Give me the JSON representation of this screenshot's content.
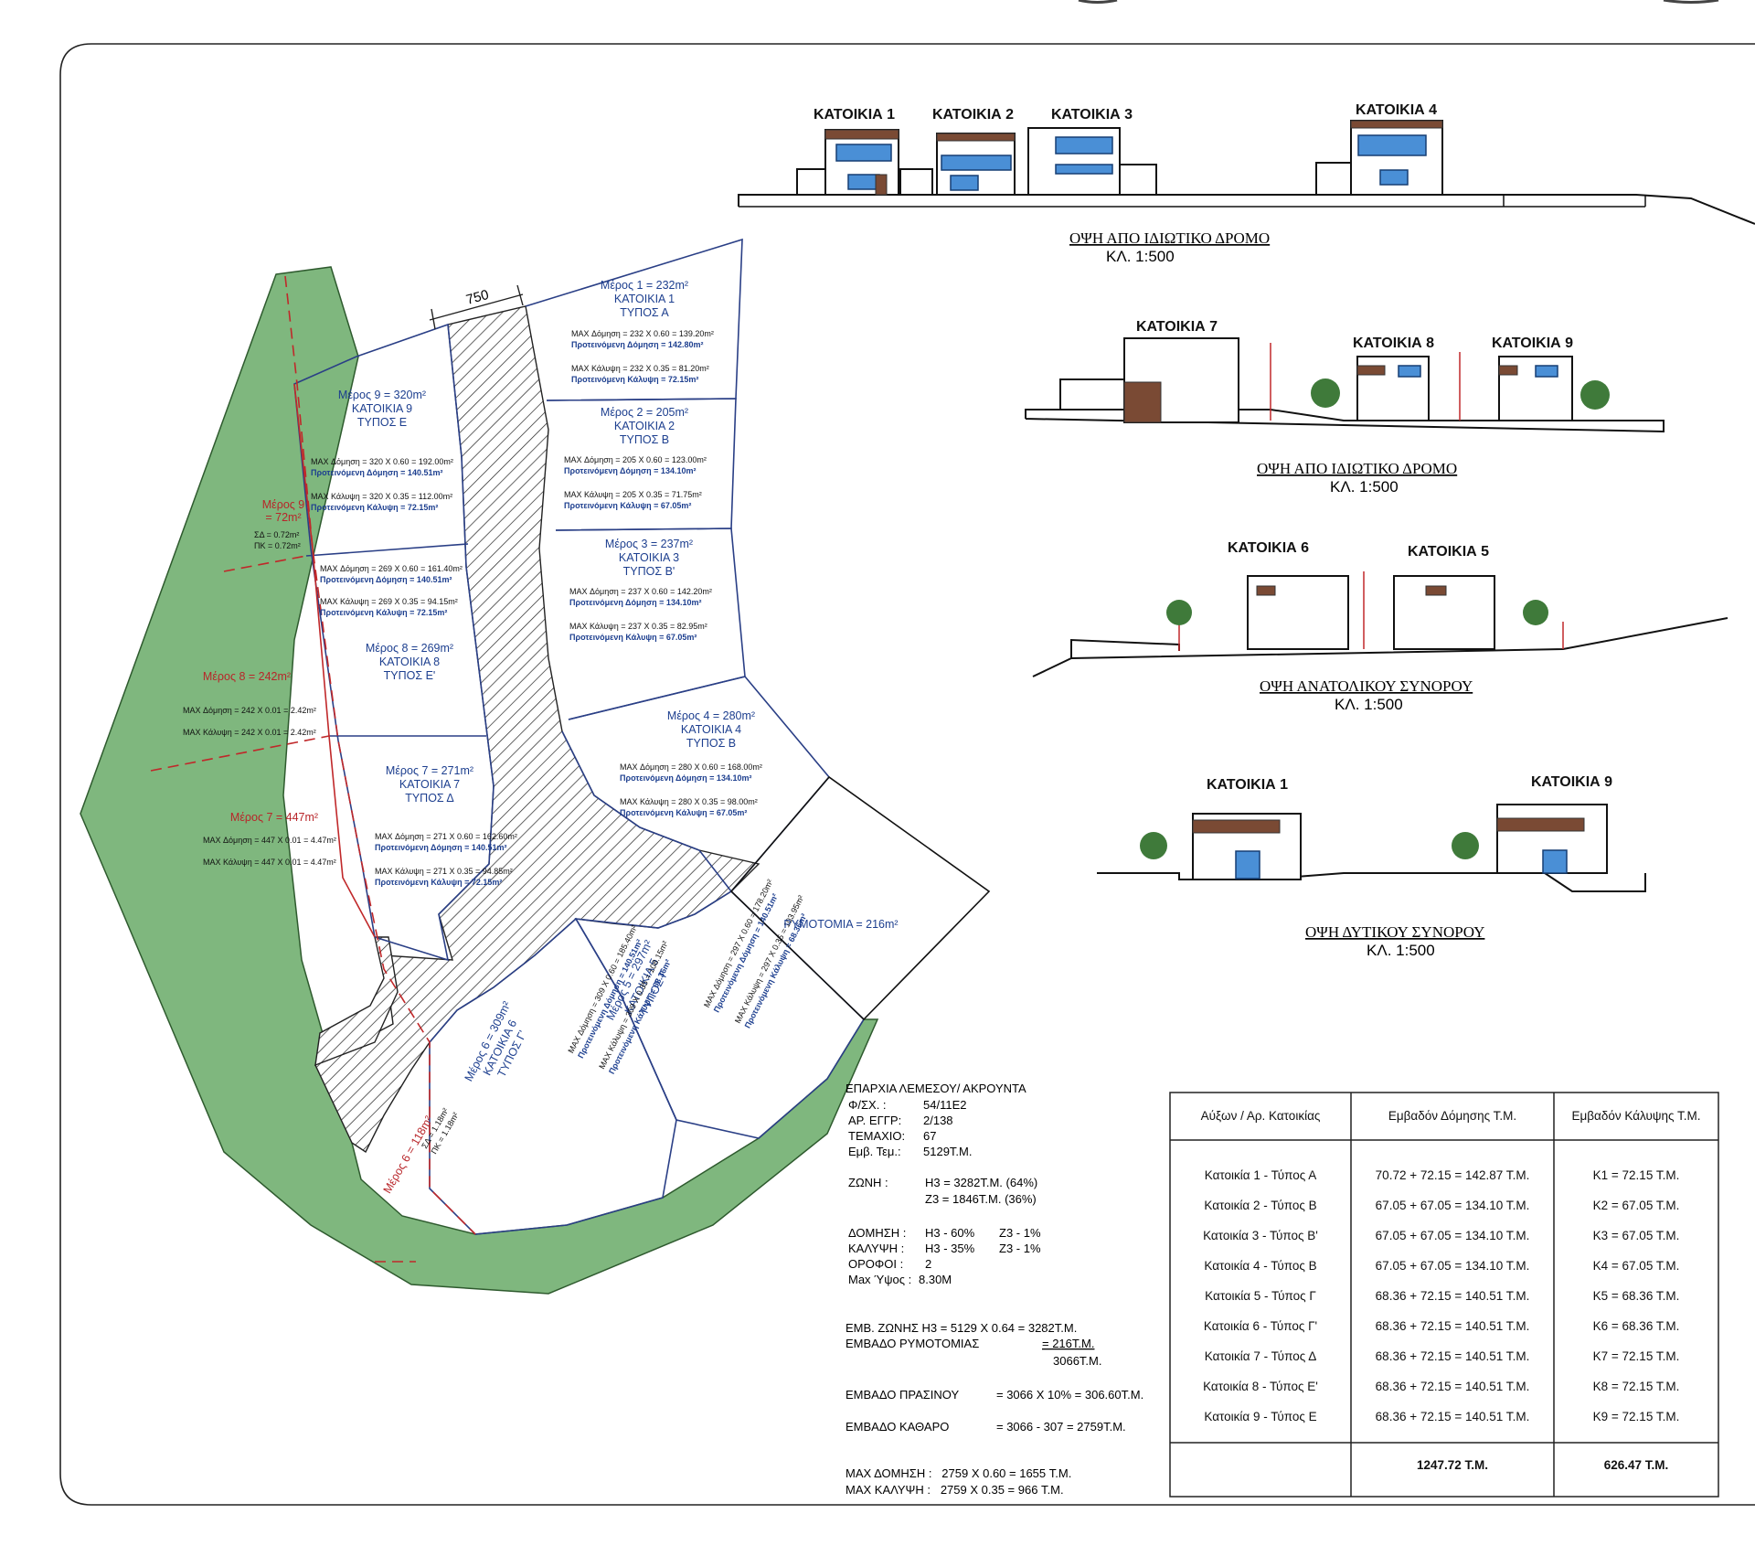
{
  "elevations": [
    {
      "title": "ΟΨΗ ΑΠΟ ΙΔΙΩΤΙΚΟ ΔΡΟΜΟ",
      "scale": "ΚΛ. 1:500",
      "labels": [
        "ΚΑΤΟΙΚΙΑ 1",
        "ΚΑΤΟΙΚΙΑ 2",
        "ΚΑΤΟΙΚΙΑ 3",
        "ΚΑΤΟΙΚΙΑ 4"
      ]
    },
    {
      "title": "ΟΨΗ ΑΠΟ ΙΔΙΩΤΙΚΟ ΔΡΟΜΟ",
      "scale": "ΚΛ. 1:500",
      "labels": [
        "ΚΑΤΟΙΚΙΑ 7",
        "ΚΑΤΟΙΚΙΑ 8",
        "ΚΑΤΟΙΚΙΑ 9"
      ]
    },
    {
      "title": "ΟΨΗ ΑΝΑΤΟΛΙΚΟΥ ΣΥΝΟΡΟΥ",
      "scale": "ΚΛ. 1:500",
      "labels": [
        "ΚΑΤΟΙΚΙΑ 6",
        "ΚΑΤΟΙΚΙΑ 5"
      ]
    },
    {
      "title": "ΟΨΗ ΔΥΤΙΚΟΥ ΣΥΝΟΡΟΥ",
      "scale": "ΚΛ. 1:500",
      "labels": [
        "ΚΑΤΟΙΚΙΑ 1",
        "ΚΑΤΟΙΚΙΑ 9"
      ]
    }
  ],
  "plan": {
    "road_width": "750",
    "ryomotomia": "ΡΥΜΟΤΟΜΙΑ = 216m²",
    "parcels": [
      {
        "lines": [
          "Μέρος 1 = 232m²",
          "ΚΑΤΟΙΚΙΑ 1",
          "ΤΥΠΟΣ Α"
        ],
        "notes": [
          "MAX Δόμηση = 232 X 0.60 = 139.20m²",
          "Προτεινόμενη Δόμηση = 142.80m²",
          "MAX Κάλυψη = 232 X 0.35 = 81.20m²",
          "Προτεινόμενη Κάλυψη = 72.15m²"
        ]
      },
      {
        "lines": [
          "Μέρος 2 = 205m²",
          "ΚΑΤΟΙΚΙΑ 2",
          "ΤΥΠΟΣ Β"
        ],
        "notes": [
          "MAX Δόμηση = 205 X 0.60 = 123.00m²",
          "Προτεινόμενη Δόμηση = 134.10m²",
          "MAX Κάλυψη = 205 X 0.35 = 71.75m²",
          "Προτεινόμενη Κάλυψη = 67.05m²"
        ]
      },
      {
        "lines": [
          "Μέρος 3 = 237m²",
          "ΚΑΤΟΙΚΙΑ 3",
          "ΤΥΠΟΣ Β'"
        ],
        "notes": [
          "MAX Δόμηση = 237 X 0.60 = 142.20m²",
          "Προτεινόμενη Δόμηση = 134.10m²",
          "MAX Κάλυψη = 237 X 0.35 = 82.95m²",
          "Προτεινόμενη Κάλυψη = 67.05m²"
        ]
      },
      {
        "lines": [
          "Μέρος 4 = 280m²",
          "ΚΑΤΟΙΚΙΑ 4",
          "ΤΥΠΟΣ Β"
        ],
        "notes": [
          "MAX Δόμηση = 280 X 0.60 = 168.00m²",
          "Προτεινόμενη Δόμηση = 134.10m²",
          "MAX Κάλυψη = 280 X 0.35 = 98.00m²",
          "Προτεινόμενη Κάλυψη = 67.05m²"
        ]
      },
      {
        "lines": [
          "Μέρος 5 = 297m²",
          "ΚΑΤΟΙΚΙΑ 5",
          "ΤΥΠΟΣ Γ"
        ],
        "notes": [
          "MAX Δόμηση = 297 X 0.60 = 178.20m²",
          "Προτεινόμενη Δόμηση = 140.51m²",
          "MAX Κάλυψη = 297 X 0.35 = 103.95m²",
          "Προτεινόμενη Κάλυψη = 68.36m²"
        ]
      },
      {
        "lines": [
          "Μέρος 6 = 309m²",
          "ΚΑΤΟΙΚΙΑ 6",
          "ΤΥΠΟΣ Γ'"
        ],
        "notes": [
          "MAX Δόμηση = 309 X 0.60 = 185.40m²",
          "Προτεινόμενη Δόμηση = 140.51m²",
          "MAX Κάλυψη = 309 X 0.35 = 108.15m²",
          "Προτεινόμενη Κάλυψη = 68.36m²"
        ]
      },
      {
        "lines": [
          "Μέρος 7 = 271m²",
          "ΚΑΤΟΙΚΙΑ 7",
          "ΤΥΠΟΣ Δ"
        ],
        "notes": [
          "MAX Δόμηση = 271 X 0.60 = 162.60m²",
          "Προτεινόμενη Δόμηση = 140.51m²",
          "MAX Κάλυψη = 271 X 0.35 = 94.85m²",
          "Προτεινόμενη Κάλυψη = 72.15m²"
        ]
      },
      {
        "lines": [
          "Μέρος 8 = 269m²",
          "ΚΑΤΟΙΚΙΑ 8",
          "ΤΥΠΟΣ Ε'"
        ],
        "notes": [
          "MAX Δόμηση = 269 X 0.60 = 161.40m²",
          "Προτεινόμενη Δόμηση = 140.51m²",
          "MAX Κάλυψη = 269 X 0.35 = 94.15m²",
          "Προτεινόμενη Κάλυψη = 72.15m²"
        ]
      },
      {
        "lines": [
          "Μέρος 9 = 320m²",
          "ΚΑΤΟΙΚΙΑ 9",
          "ΤΥΠΟΣ Ε"
        ],
        "notes": [
          "MAX Δόμηση = 320 X 0.60 = 192.00m²",
          "Προτεινόμενη Δόμηση = 140.51m²",
          "MAX Κάλυψη = 320 X 0.35 = 112.00m²",
          "Προτεινόμενη Κάλυψη = 72.15m²"
        ]
      }
    ],
    "red_parcels": [
      {
        "lines": [
          "Μέρος 9",
          "= 72m²"
        ],
        "notes": [
          "ΣΔ = 0.72m²",
          "ΠΚ = 0.72m²"
        ]
      },
      {
        "lines": [
          "Μέρος 8 = 242m²"
        ],
        "notes": [
          "MAX Δόμηση = 242 X 0.01 = 2.42m²",
          "MAX Κάλυψη = 242 X 0.01 = 2.42m²"
        ]
      },
      {
        "lines": [
          "Μέρος 7 = 447m²"
        ],
        "notes": [
          "MAX Δόμηση = 447 X 0.01 = 4.47m²",
          "MAX Κάλυψη = 447 X 0.01 = 4.47m²"
        ]
      },
      {
        "lines": [
          "Μέρος 6 = 118m²"
        ],
        "notes": [
          "ΣΔ = 1.18m²",
          "ΠΚ = 1.18m²"
        ]
      }
    ]
  },
  "info": {
    "header": "ΕΠΑΡΧΙΑ ΛΕΜΕΣΟΥ/ ΑΚΡΟΥΝΤΑ",
    "rows": [
      [
        "Φ/ΣΧ. :",
        "54/11Ε2"
      ],
      [
        "ΑΡ. ΕΓΓΡ:",
        "2/138"
      ],
      [
        "ΤΕΜΑΧΙΟ:",
        "67"
      ],
      [
        "Εμβ. Τεμ.:",
        "5129Τ.Μ."
      ]
    ],
    "zone_label": "ΖΩΝΗ :",
    "zone_lines": [
      "Η3 = 3282Τ.Μ. (64%)",
      "Ζ3 = 1846Τ.Μ. (36%)"
    ],
    "params": [
      [
        "ΔΟΜΗΣΗ :",
        "Η3 - 60%",
        "Ζ3 - 1%"
      ],
      [
        "ΚΑΛΥΨΗ :",
        "Η3 - 35%",
        "Ζ3 - 1%"
      ],
      [
        "ΟΡΟΦΟΙ :",
        "2",
        ""
      ],
      [
        "Max Ύψος :",
        "8.30M",
        ""
      ]
    ],
    "calc1": "ΕΜΒ. ΖΩΝΗΣ Η3 = 5129 X 0.64 = 3282Τ.Μ.",
    "calc2_label": "ΕΜΒΑΔΟ ΡΥΜΟΤΟΜΙΑΣ",
    "calc2_value": "= 216Τ.Μ.",
    "calc2_result": "3066Τ.Μ.",
    "green_label": "ΕΜΒΑΔΟ ΠΡΑΣΙΝΟΥ",
    "green_value": "= 3066 X 10% = 306.60Τ.Μ.",
    "net_label": "ΕΜΒΑΔΟ ΚΑΘΑΡΟ",
    "net_value": "= 3066 - 307 = 2759Τ.Μ.",
    "max_dom": "ΜΑΧ ΔΟΜΗΣΗ :   2759 X 0.60 = 1655 Τ.Μ.",
    "max_kal": "ΜΑΧ ΚΑΛΥΨΗ :   2759 X 0.35 = 966 Τ.Μ."
  },
  "table": {
    "headers": [
      "Αύξων / Αρ. Κατοικίας",
      "Εμβαδόν Δόμησης Τ.Μ.",
      "Εμβαδόν Κάλυψης Τ.Μ."
    ],
    "rows": [
      [
        "Κατοικία 1 - Τύπος Α",
        "70.72 + 72.15 = 142.87 Τ.Μ.",
        "Κ1 = 72.15 Τ.Μ."
      ],
      [
        "Κατοικία 2 - Τύπος Β",
        "67.05 + 67.05 = 134.10 Τ.Μ.",
        "Κ2 = 67.05 Τ.Μ."
      ],
      [
        "Κατοικία 3 - Τύπος Β'",
        "67.05 + 67.05 = 134.10 Τ.Μ.",
        "Κ3 = 67.05 Τ.Μ."
      ],
      [
        "Κατοικία 4 - Τύπος Β",
        "67.05 + 67.05 = 134.10 Τ.Μ.",
        "Κ4 = 67.05 Τ.Μ."
      ],
      [
        "Κατοικία 5 - Τύπος Γ",
        "68.36 + 72.15 = 140.51 Τ.Μ.",
        "Κ5 = 68.36 Τ.Μ."
      ],
      [
        "Κατοικία 6 - Τύπος Γ'",
        "68.36 + 72.15 = 140.51 Τ.Μ.",
        "Κ6 = 68.36 Τ.Μ."
      ],
      [
        "Κατοικία 7 - Τύπος Δ",
        "68.36 + 72.15 = 140.51 Τ.Μ.",
        "Κ7 = 72.15 Τ.Μ."
      ],
      [
        "Κατοικία 8 - Τύπος Ε'",
        "68.36 + 72.15 = 140.51 Τ.Μ.",
        "Κ8 = 72.15 Τ.Μ."
      ],
      [
        "Κατοικία 9 - Τύπος Ε",
        "68.36 + 72.15 = 140.51 Τ.Μ.",
        "Κ9 = 72.15 Τ.Μ."
      ]
    ],
    "totals": [
      "",
      "1247.72 Τ.Μ.",
      "626.47 Τ.Μ."
    ]
  },
  "colors": {
    "green": "#7fb77e",
    "blue": "#1d3f8f",
    "red": "#c0282a",
    "window": "#4a8fd6",
    "wood": "#7a4a34"
  }
}
